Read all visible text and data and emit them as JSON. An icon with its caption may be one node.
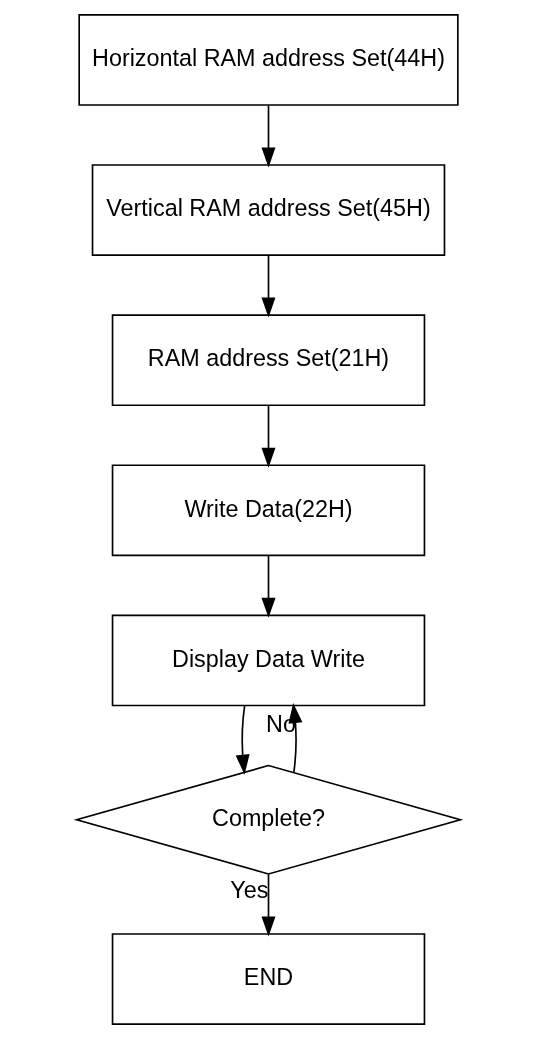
{
  "diagram": {
    "nodes": [
      {
        "text": [
          "Horizontal RAM address Set(44H)"
        ]
      },
      {
        "text": [
          "Vertical RAM address Set(45H)"
        ]
      },
      {
        "text": [
          "RAM address Set(21H)"
        ]
      },
      {
        "text": [
          "Write Data(22H)"
        ]
      },
      {
        "text": [
          "Display Data Write"
        ]
      },
      {
        "text": [
          "Complete?"
        ]
      },
      {
        "text": [
          "END"
        ]
      }
    ],
    "edges": [
      {
        "from": 0,
        "to": 1,
        "arrow": "to"
      },
      {
        "from": 1,
        "to": 2,
        "arrow": "to"
      },
      {
        "from": 2,
        "to": 3,
        "arrow": "to"
      },
      {
        "from": 3,
        "to": 4,
        "arrow": "to"
      },
      {
        "from": 4,
        "to": 5,
        "arrow": "to"
      },
      {
        "from": 5,
        "to": 4,
        "arrow": "to",
        "label": "No"
      },
      {
        "from": 5,
        "to": 6,
        "arrow": "to",
        "label": "Yes"
      }
    ]
  }
}
